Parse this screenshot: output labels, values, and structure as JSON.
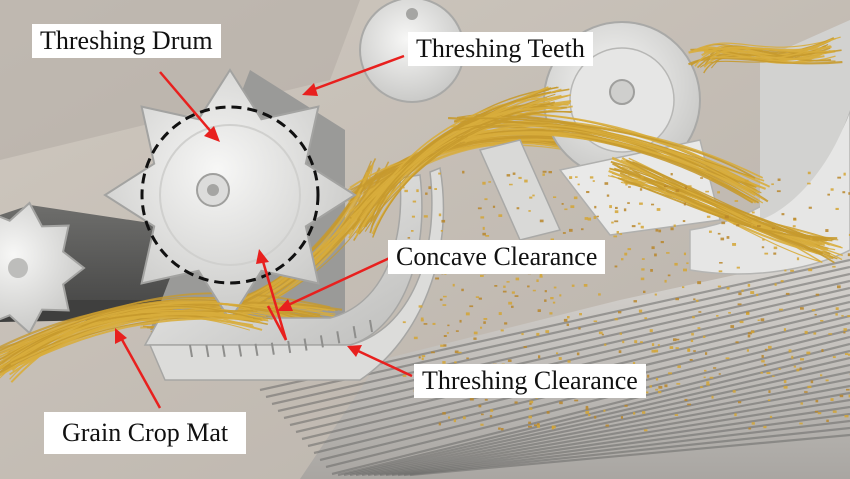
{
  "labels": {
    "threshing_drum": "Threshing Drum",
    "threshing_teeth": "Threshing Teeth",
    "concave_clearance": "Concave Clearance",
    "threshing_clearance": "Threshing Clearance",
    "grain_crop_mat": "Grain Crop Mat"
  },
  "colors": {
    "arrow": "#e8201e",
    "straw": "#d8ad3c",
    "metal_light": "#eeeeed",
    "metal_mid": "#c9c9c7",
    "metal_dark": "#7a7a78",
    "background_wall": "#c9c2ba",
    "drum_outline": "#111111"
  }
}
